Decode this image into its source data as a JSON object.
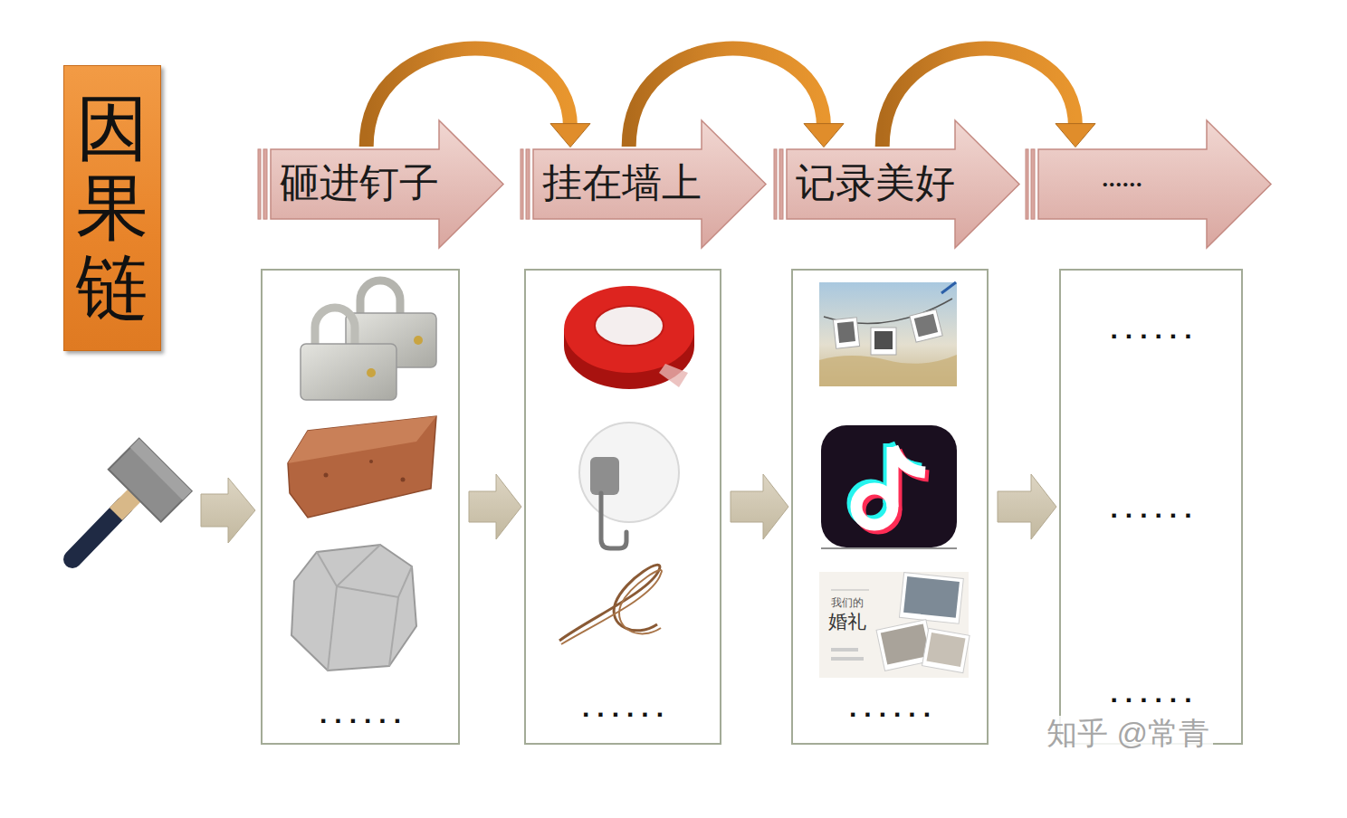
{
  "diagram": {
    "title": "因果链",
    "nodes": [
      {
        "text": [
          "砸进钉子"
        ]
      },
      {
        "text": [
          "挂在墙上"
        ]
      },
      {
        "text": [
          "记录美好"
        ]
      },
      {
        "text": [
          "......"
        ]
      },
      {
        "text": [
          "......"
        ]
      },
      {
        "text": [
          "......"
        ]
      },
      {
        "text": [
          "......"
        ]
      },
      {
        "text": [
          "......",
          "......",
          "......"
        ]
      }
    ],
    "edges": [
      {
        "from": 0,
        "to": 1,
        "arrow": "to"
      },
      {
        "from": 1,
        "to": 2,
        "arrow": "to"
      },
      {
        "from": 2,
        "to": 3,
        "arrow": "to"
      },
      {
        "from": 4,
        "to": 5,
        "arrow": "to"
      },
      {
        "from": 5,
        "to": 6,
        "arrow": "to"
      },
      {
        "from": 6,
        "to": 7,
        "arrow": "to"
      }
    ],
    "labels": [
      "我们的",
      "婚礼",
      "知乎 @常青"
    ]
  }
}
